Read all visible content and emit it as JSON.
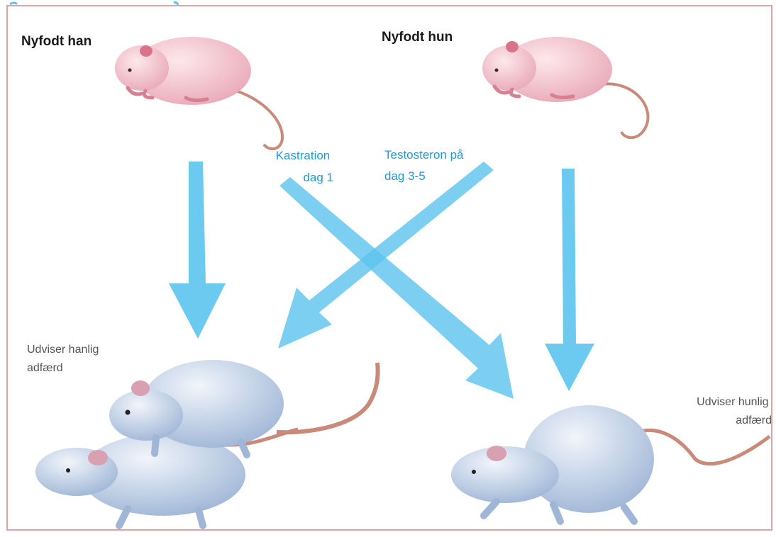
{
  "diagram": {
    "labels": {
      "newborn_male": "Nyfodt han",
      "newborn_female": "Nyfodt hun",
      "castration_line1": "Kastration",
      "castration_line2": "dag 1",
      "testosterone_line1": "Testosteron på",
      "testosterone_line2": "dag 3-5",
      "male_behavior_line1": "Udviser hanlig",
      "male_behavior_line2": "adfærd",
      "female_behavior_line1": "Udviser hunlig",
      "female_behavior_line2": "adfærd"
    },
    "colors": {
      "arrow": "#5cc3ee",
      "label_blue": "#1e9ad6",
      "frame": "#e0a0a0",
      "pup_body": "#f3c9d2",
      "adult_body": "#c9d8ec",
      "tail": "#c98a7a"
    },
    "icons": [
      "rat-pup",
      "adult-rat"
    ]
  }
}
